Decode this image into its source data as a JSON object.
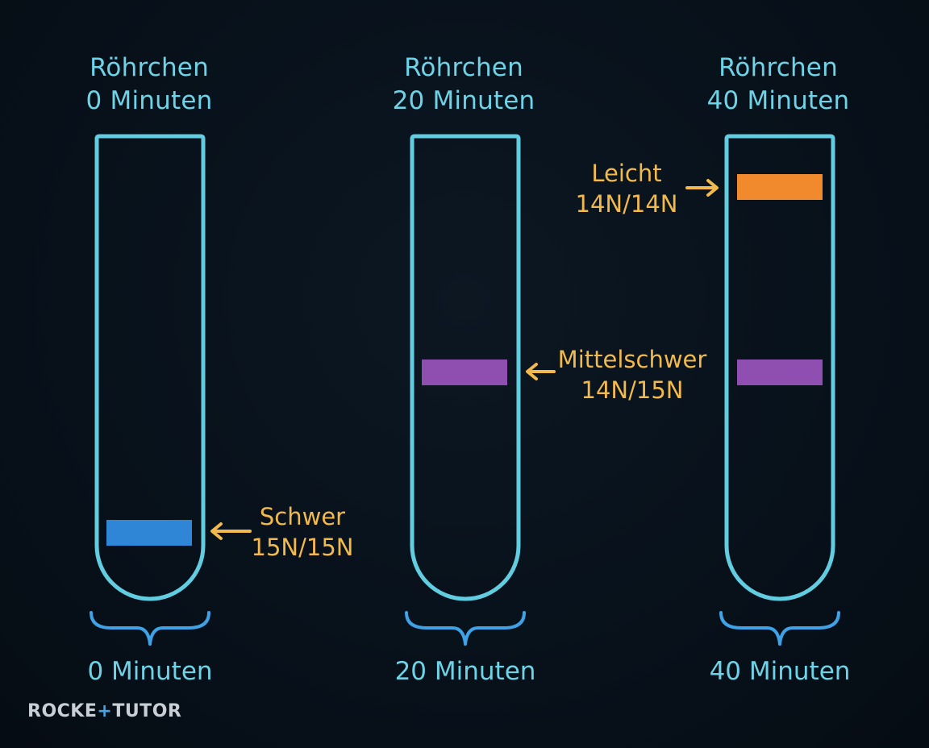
{
  "tubes": [
    {
      "title_line1": "Röhrchen",
      "title_line2": "0 Minuten",
      "bottom_label": "0 Minuten"
    },
    {
      "title_line1": "Röhrchen",
      "title_line2": "20 Minuten",
      "bottom_label": "20 Minuten"
    },
    {
      "title_line1": "Röhrchen",
      "title_line2": "40 Minuten",
      "bottom_label": "40 Minuten"
    }
  ],
  "bands": {
    "heavy": {
      "line1": "Schwer",
      "line2": "15N/15N",
      "color": "#2f86d6"
    },
    "hybrid": {
      "line1": "Mittelschwer",
      "line2": "14N/15N",
      "color": "#8e4fb0"
    },
    "light": {
      "line1": "Leicht",
      "line2": "14N/14N",
      "color": "#f08a2c"
    }
  },
  "colors": {
    "tube_outline": "#62cde0",
    "label_text": "#f2b94c",
    "brace": "#3fa2e6",
    "title_text": "#6ed3e6"
  },
  "logo": {
    "part1": "ROCKE",
    "plus": "+",
    "part2": "TUTOR"
  }
}
